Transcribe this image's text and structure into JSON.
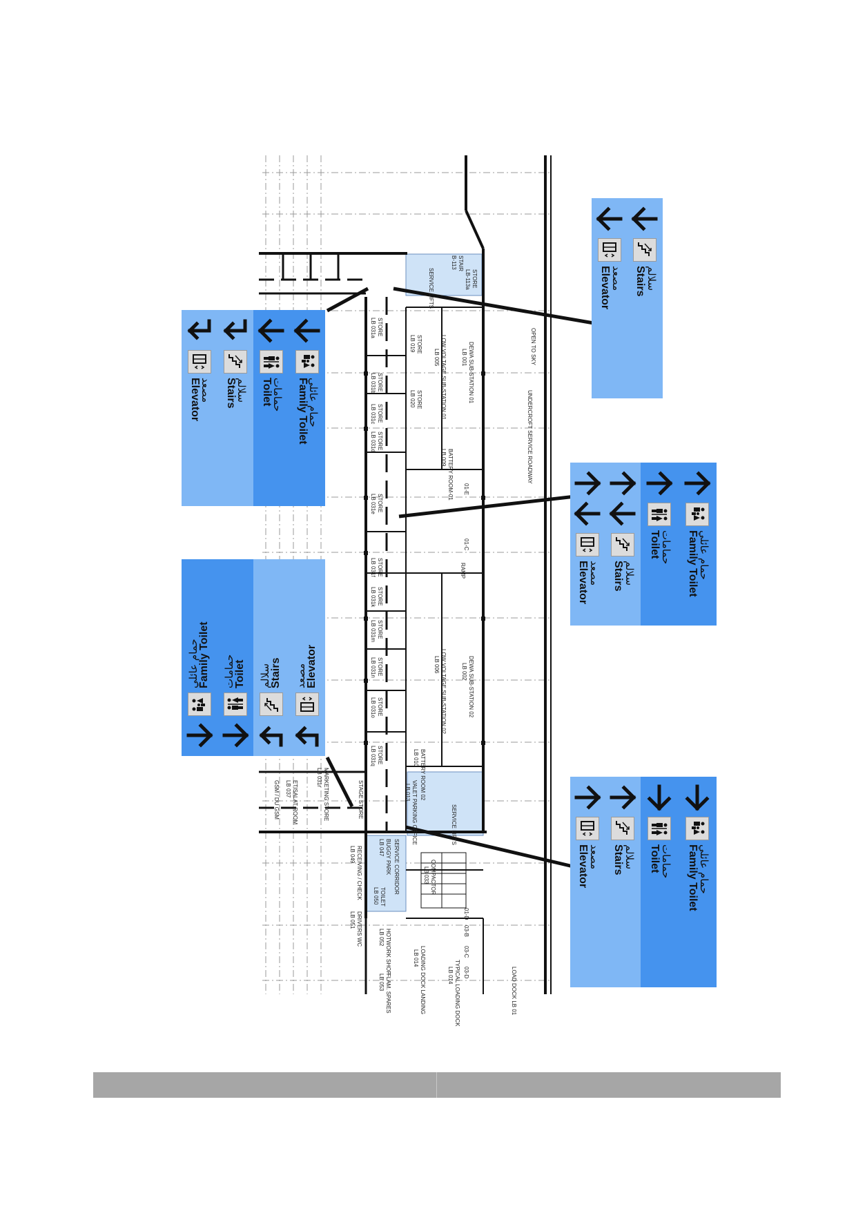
{
  "floorplan": {
    "rooms_left_column": [
      {
        "name": "STORE",
        "code": "LB 031a"
      },
      {
        "name": "STORE",
        "code": "LB 031b"
      },
      {
        "name": "STORE",
        "code": "LB 031c"
      },
      {
        "name": "STORE",
        "code": "LB 031d"
      },
      {
        "name": "STORE",
        "code": "LB 031e"
      },
      {
        "name": "STORE",
        "code": "LB 031f"
      },
      {
        "name": "STORE",
        "code": "LB 031k"
      },
      {
        "name": "STORE",
        "code": "LB 031m"
      },
      {
        "name": "STORE",
        "code": "LB 031n"
      },
      {
        "name": "STORE",
        "code": "LB 031o"
      },
      {
        "name": "STORE",
        "code": "LB 031q"
      }
    ],
    "rooms_middle": [
      {
        "name": "STORE",
        "code": "LB 019"
      },
      {
        "name": "STORE",
        "code": "LB 020"
      },
      {
        "name": "LOW VOLTAGE SUB-STATION 01",
        "code": "LB 005"
      },
      {
        "name": "DEWA SUB-STATION 01",
        "code": "LB 001"
      },
      {
        "name": "BATTERY ROOM-01",
        "code": "LB 009"
      },
      {
        "name": "LOW VOLTAGE SUB-STATION 02",
        "code": "LB 006"
      },
      {
        "name": "DEWA SUB-STATION 02",
        "code": "LB 002"
      },
      {
        "name": "BATTERY ROOM 02",
        "code": "LB 010"
      },
      {
        "name": "STORE",
        "code": "LB-113a"
      },
      {
        "name": "STAIR",
        "code": "B-113"
      },
      {
        "name": "SERVICE LIFTS",
        "code": ""
      },
      {
        "name": "VALET PARKING OFFICE",
        "code": "LB 013"
      },
      {
        "name": "SERVICE LIFTS",
        "code": ""
      },
      {
        "name": "COMPACTOR",
        "code": "LB 033"
      },
      {
        "name": "SERVICE CORRIDOR",
        "code": ""
      },
      {
        "name": "LOADING DOCK LANDING",
        "code": "LB 014"
      },
      {
        "name": "TYPICAL LOADING DOCK",
        "code": "LB 014"
      }
    ],
    "rooms_bottom_left": [
      {
        "name": "STAGE STORE",
        "code": ""
      },
      {
        "name": "MARKETING STORE",
        "code": "LB 031r"
      },
      {
        "name": "ETISALAT ROOM",
        "code": "LB 037"
      },
      {
        "name": "GSM / DU GSM",
        "code": ""
      },
      {
        "name": "BUGGY PARK",
        "code": "LB 047"
      },
      {
        "name": "RECEIVING / CHECK",
        "code": "LB 049"
      },
      {
        "name": "TOILET",
        "code": "LB 050"
      },
      {
        "name": "DRIVERS WC",
        "code": "LB 051"
      },
      {
        "name": "HOTWORK SHOP",
        "code": "LB 052"
      },
      {
        "name": "FLAM. SPARES",
        "code": "LB 053"
      }
    ],
    "other_labels": [
      "UNDERCROFT SERVICE ROADWAY",
      "OPEN TO SKY",
      "RAMP",
      "LOAD DOCK LB 01",
      "03-B",
      "03-C",
      "03-D",
      "01-C",
      "01-E",
      "01-D"
    ]
  },
  "signs": [
    {
      "id": "sign-top-right",
      "rows": [
        {
          "en": "Stairs",
          "ar": "سلالم",
          "icon": "stairs-icon",
          "arrow": "down"
        },
        {
          "en": "Elevator",
          "ar": "مصعد",
          "icon": "elevator-icon",
          "arrow": "down"
        }
      ]
    },
    {
      "id": "sign-upper-left",
      "rows": [
        {
          "en": "Family Toilet",
          "ar": "حمام عائلي",
          "icon": "family-toilet-icon",
          "arrow": "down"
        },
        {
          "en": "Toilet",
          "ar": "حمامات",
          "icon": "toilet-icon",
          "arrow": "down"
        },
        {
          "en": "Stairs",
          "ar": "سلالم",
          "icon": "stairs-icon",
          "arrow": "turn-down"
        },
        {
          "en": "Elevator",
          "ar": "مصعد",
          "icon": "elevator-icon",
          "arrow": "turn-down"
        }
      ]
    },
    {
      "id": "sign-middle-right",
      "rows": [
        {
          "en": "Family Toilet",
          "ar": "حمام عائلي",
          "icon": "family-toilet-icon",
          "arrow": "up"
        },
        {
          "en": "Toilet",
          "ar": "حمامات",
          "icon": "toilet-icon",
          "arrow": "up"
        },
        {
          "en": "Stairs",
          "ar": "سلالم",
          "icon": "stairs-icon",
          "arrow": "up",
          "arrow2": "down"
        },
        {
          "en": "Elevator",
          "ar": "مصعد",
          "icon": "elevator-icon",
          "arrow": "up",
          "arrow2": "down"
        }
      ]
    },
    {
      "id": "sign-lower-left",
      "rows": [
        {
          "en": "Family Toilet",
          "ar": "حمام عائلي",
          "icon": "family-toilet-icon",
          "arrow": "down"
        },
        {
          "en": "Toilet",
          "ar": "حمامات",
          "icon": "toilet-icon",
          "arrow": "down"
        },
        {
          "en": "Stairs",
          "ar": "سلالم",
          "icon": "stairs-icon",
          "arrow": "turn-up"
        },
        {
          "en": "Elevator",
          "ar": "مصعد",
          "icon": "elevator-icon",
          "arrow": "turn-up"
        }
      ]
    },
    {
      "id": "sign-bottom-right",
      "rows": [
        {
          "en": "Family Toilet",
          "ar": "حمام عائلي",
          "icon": "family-toilet-icon",
          "arrow": "right"
        },
        {
          "en": "Toilet",
          "ar": "حمامات",
          "icon": "toilet-icon",
          "arrow": "right"
        },
        {
          "en": "Stairs",
          "ar": "سلالم",
          "icon": "stairs-icon",
          "arrow": "up"
        },
        {
          "en": "Elevator",
          "ar": "مصعد",
          "icon": "elevator-icon",
          "arrow": "up"
        }
      ]
    }
  ],
  "colors": {
    "sign_dark": "#4593ee",
    "sign_light": "#7fb7f5",
    "footer": "#a6a6a6",
    "wall": "#111111",
    "highlight": "#cfe3f7"
  }
}
